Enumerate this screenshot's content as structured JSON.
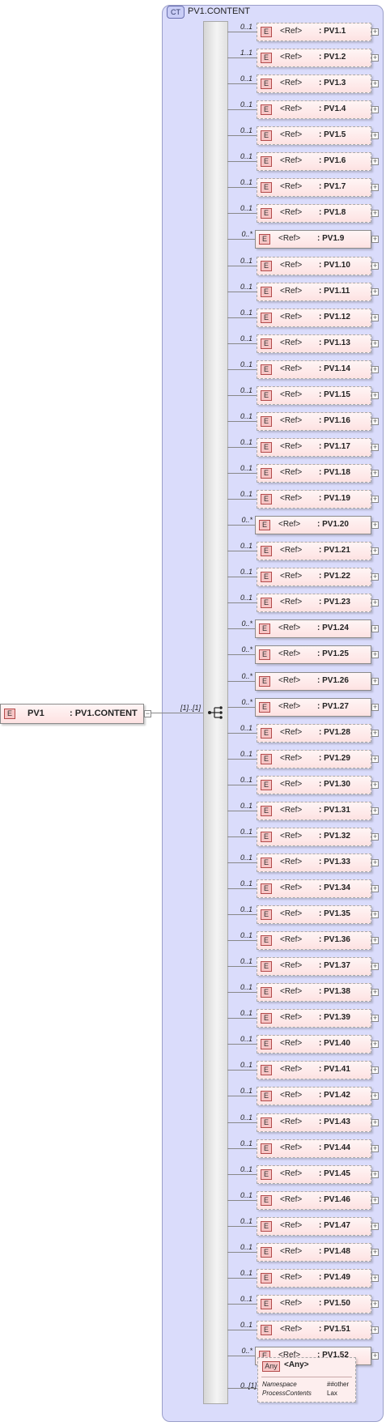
{
  "complex_type": {
    "badge": "CT",
    "name": "PV1.CONTENT"
  },
  "root": {
    "badge": "E",
    "name": "PV1",
    "type": ": PV1.CONTENT",
    "occurrence": "[1]..[1]",
    "collapse": "−"
  },
  "ref_label": "<Ref>",
  "element_badge": "E",
  "expand_symbol": "+",
  "elements": [
    {
      "name": ": PV1.1",
      "occ": "0..1"
    },
    {
      "name": ": PV1.2",
      "occ": "1..1"
    },
    {
      "name": ": PV1.3",
      "occ": "0..1"
    },
    {
      "name": ": PV1.4",
      "occ": "0..1"
    },
    {
      "name": ": PV1.5",
      "occ": "0..1"
    },
    {
      "name": ": PV1.6",
      "occ": "0..1"
    },
    {
      "name": ": PV1.7",
      "occ": "0..1"
    },
    {
      "name": ": PV1.8",
      "occ": "0..1"
    },
    {
      "name": ": PV1.9",
      "occ": "0..*"
    },
    {
      "name": ": PV1.10",
      "occ": "0..1"
    },
    {
      "name": ": PV1.11",
      "occ": "0..1"
    },
    {
      "name": ": PV1.12",
      "occ": "0..1"
    },
    {
      "name": ": PV1.13",
      "occ": "0..1"
    },
    {
      "name": ": PV1.14",
      "occ": "0..1"
    },
    {
      "name": ": PV1.15",
      "occ": "0..1"
    },
    {
      "name": ": PV1.16",
      "occ": "0..1"
    },
    {
      "name": ": PV1.17",
      "occ": "0..1"
    },
    {
      "name": ": PV1.18",
      "occ": "0..1"
    },
    {
      "name": ": PV1.19",
      "occ": "0..1"
    },
    {
      "name": ": PV1.20",
      "occ": "0..*"
    },
    {
      "name": ": PV1.21",
      "occ": "0..1"
    },
    {
      "name": ": PV1.22",
      "occ": "0..1"
    },
    {
      "name": ": PV1.23",
      "occ": "0..1"
    },
    {
      "name": ": PV1.24",
      "occ": "0..*"
    },
    {
      "name": ": PV1.25",
      "occ": "0..*"
    },
    {
      "name": ": PV1.26",
      "occ": "0..*"
    },
    {
      "name": ": PV1.27",
      "occ": "0..*"
    },
    {
      "name": ": PV1.28",
      "occ": "0..1"
    },
    {
      "name": ": PV1.29",
      "occ": "0..1"
    },
    {
      "name": ": PV1.30",
      "occ": "0..1"
    },
    {
      "name": ": PV1.31",
      "occ": "0..1"
    },
    {
      "name": ": PV1.32",
      "occ": "0..1"
    },
    {
      "name": ": PV1.33",
      "occ": "0..1"
    },
    {
      "name": ": PV1.34",
      "occ": "0..1"
    },
    {
      "name": ": PV1.35",
      "occ": "0..1"
    },
    {
      "name": ": PV1.36",
      "occ": "0..1"
    },
    {
      "name": ": PV1.37",
      "occ": "0..1"
    },
    {
      "name": ": PV1.38",
      "occ": "0..1"
    },
    {
      "name": ": PV1.39",
      "occ": "0..1"
    },
    {
      "name": ": PV1.40",
      "occ": "0..1"
    },
    {
      "name": ": PV1.41",
      "occ": "0..1"
    },
    {
      "name": ": PV1.42",
      "occ": "0..1"
    },
    {
      "name": ": PV1.43",
      "occ": "0..1"
    },
    {
      "name": ": PV1.44",
      "occ": "0..1"
    },
    {
      "name": ": PV1.45",
      "occ": "0..1"
    },
    {
      "name": ": PV1.46",
      "occ": "0..1"
    },
    {
      "name": ": PV1.47",
      "occ": "0..1"
    },
    {
      "name": ": PV1.48",
      "occ": "0..1"
    },
    {
      "name": ": PV1.49",
      "occ": "0..1"
    },
    {
      "name": ": PV1.50",
      "occ": "0..1"
    },
    {
      "name": ": PV1.51",
      "occ": "0..1"
    },
    {
      "name": ": PV1.52",
      "occ": "0..*"
    }
  ],
  "any": {
    "badge": "Any",
    "title": "<Any>",
    "occurrence": "0..[1]",
    "properties": [
      {
        "key": "Namespace",
        "value": "##other"
      },
      {
        "key": "ProcessContents",
        "value": "Lax"
      }
    ]
  }
}
